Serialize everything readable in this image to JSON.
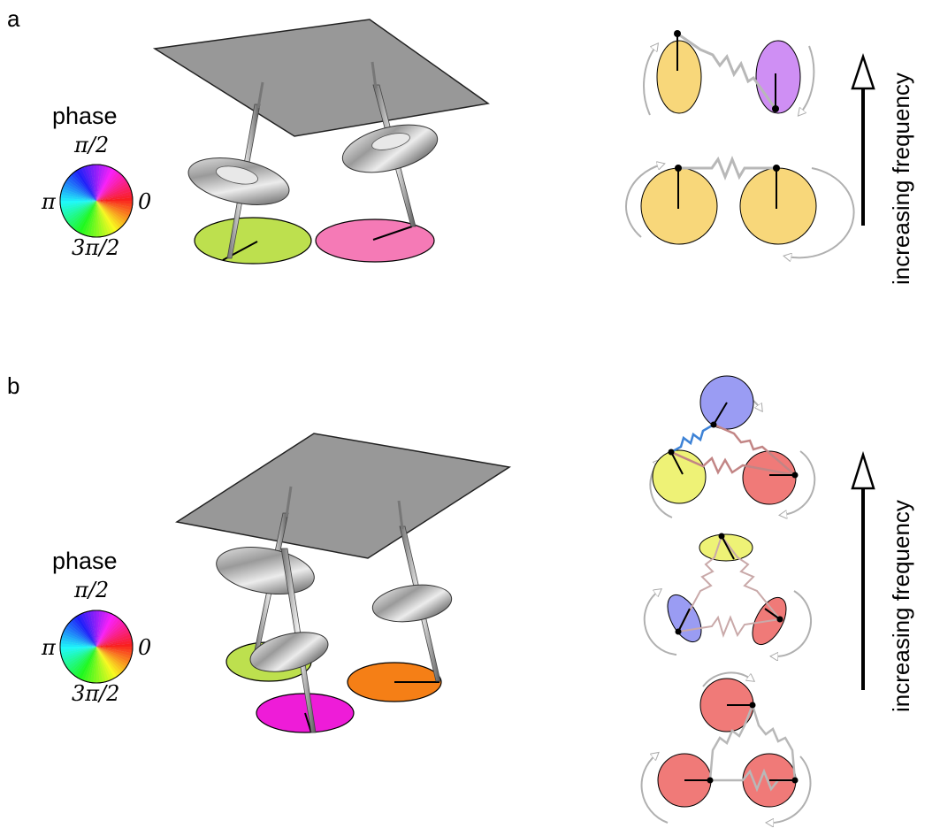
{
  "panels": [
    {
      "label": "a",
      "legend": {
        "title": "phase",
        "top": "π/2",
        "left": "π",
        "right": "0",
        "bottom": "3π/2"
      },
      "axis_label": "increasing frequency"
    },
    {
      "label": "b",
      "legend": {
        "title": "phase",
        "top": "π/2",
        "left": "π",
        "right": "0",
        "bottom": "3π/2"
      },
      "axis_label": "increasing frequency"
    }
  ],
  "colors": {
    "plate": "#8f8f8f",
    "yellow": "#f8d77a",
    "purple": "#cf8ff4",
    "lime": "#bde04e",
    "pink": "#f57ab6",
    "blue": "#9a9cf3",
    "light_yellow": "#eef276",
    "red": "#f07a78",
    "magenta": "#ee1cd8",
    "orange": "#f57f16",
    "spring_blue": "#3d82d6",
    "spring_red": "#c28585",
    "spring_grey": "#b8b8b8"
  }
}
